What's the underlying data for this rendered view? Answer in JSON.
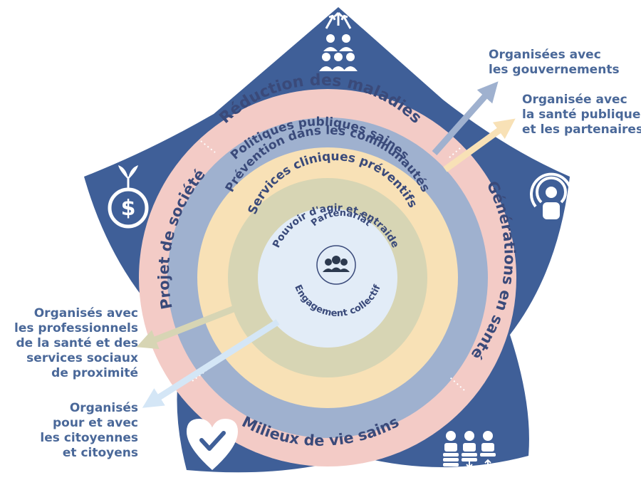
{
  "colors": {
    "star": "#3f5f98",
    "outer_ring": "#f3cbc6",
    "blue_ring": "#9fb1cf",
    "yellow_ring": "#f8e1b6",
    "olive_ring": "#d7d5b4",
    "inner_core": "#e2ecf7",
    "ring_text": "#3a4a7a",
    "side_text": "#4a6899",
    "arrow_gov": "#9fb1cf",
    "arrow_sp": "#f8e1b6",
    "arrow_pro": "#d7d5b4",
    "arrow_cit": "#d4e6f6"
  },
  "rings": {
    "reduction": "Réduction des maladies",
    "generations": "Générations en santé",
    "milieux": "Milieux de vie sains",
    "projet": "Projet de société",
    "politiques": "Politiques publiques saines",
    "prevention": "Prévention dans les communautés",
    "services": "Services cliniques préventifs",
    "pouvoir": "Pouvoir d'agir et entraide",
    "partenariat": "Partenariat",
    "engagement": "Engagement collectif"
  },
  "labels": {
    "gouvernements": [
      "Organisées avec",
      "les gouvernements"
    ],
    "sante_publique": [
      "Organisée avec",
      "la santé publique",
      "et les partenaires"
    ],
    "professionnels": [
      "Organisés avec",
      "les professionnels",
      "de la santé et des",
      "services sociaux",
      "de proximité"
    ],
    "citoyens": [
      "Organisés",
      "pour et avec",
      "les citoyennes",
      "et citoyens"
    ]
  },
  "icons": {
    "top": "community-growth-icon",
    "left": "money-plant-icon",
    "right": "person-broadcast-icon",
    "bottom_left": "heart-check-icon",
    "bottom_right": "generations-icon",
    "center": "group-cycle-icon"
  }
}
